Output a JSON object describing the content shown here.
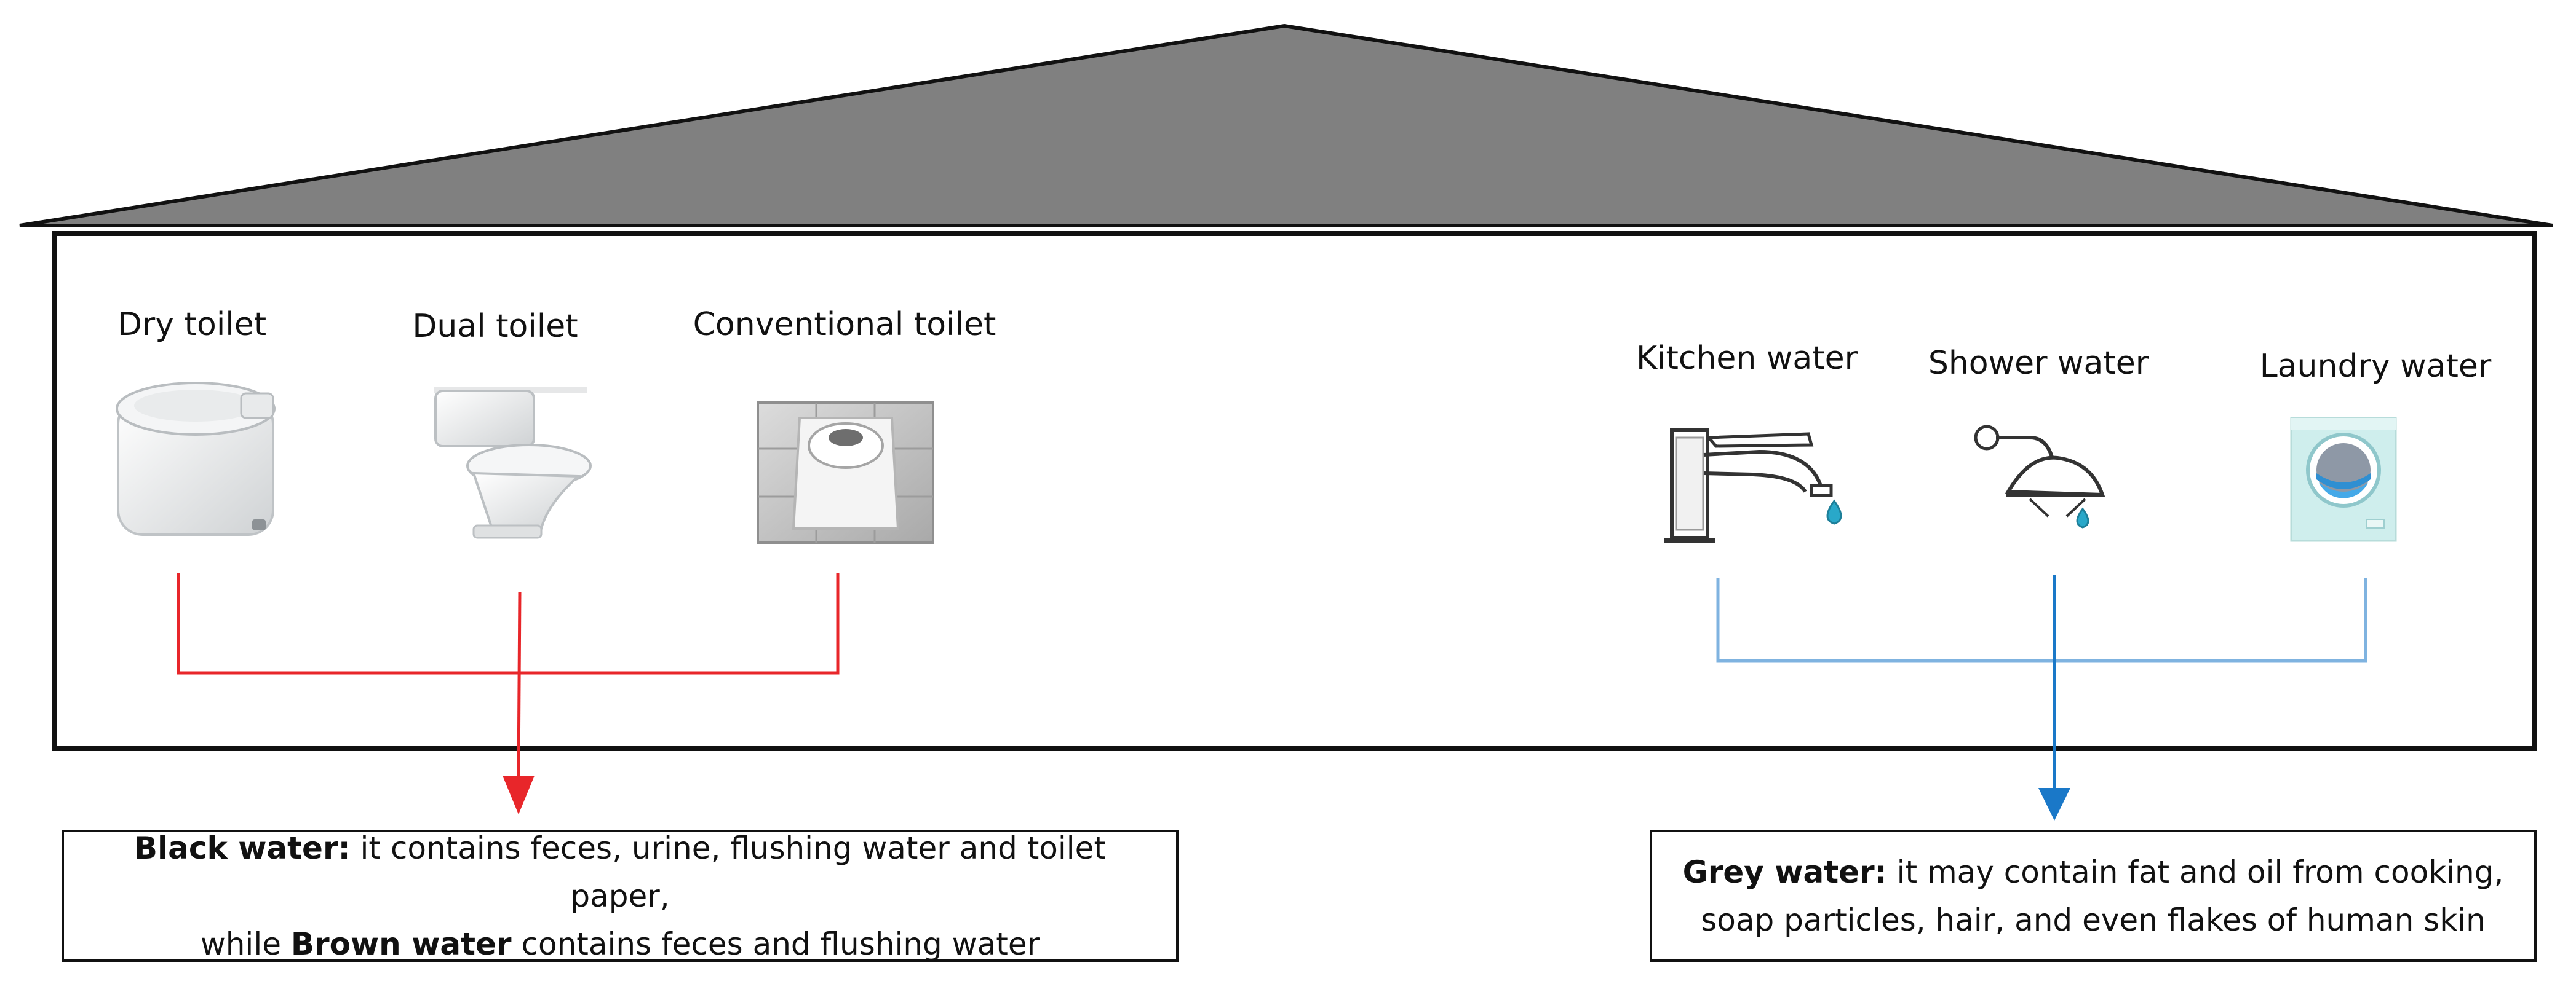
{
  "black_sources": [
    {
      "label": "Dry toilet",
      "icon": "dry-toilet-icon"
    },
    {
      "label": "Dual toilet",
      "icon": "dual-toilet-icon"
    },
    {
      "label": "Conventional toilet",
      "icon": "squat-toilet-icon"
    }
  ],
  "grey_sources": [
    {
      "label": "Kitchen water",
      "icon": "kitchen-faucet-icon"
    },
    {
      "label": "Shower water",
      "icon": "shower-head-icon"
    },
    {
      "label": "Laundry water",
      "icon": "washing-machine-icon"
    }
  ],
  "black_note": {
    "term": "Black water:",
    "line1_rest": " it contains feces, urine, flushing water and toilet paper,",
    "line2_pre": "while ",
    "term2": "Brown water",
    "line2_rest": " contains feces and flushing water"
  },
  "grey_note": {
    "term": "Grey water:",
    "line1_rest": " it may contain fat and oil from cooking,",
    "line2": "soap particles, hair, and even flakes of human skin"
  },
  "colors": {
    "roof": "#808080",
    "outline": "#111111",
    "black_flow": "#e8262a",
    "grey_flow": "#7fb3e0",
    "grey_arrow": "#1a78c8",
    "water_drop": "#29a8c9"
  }
}
